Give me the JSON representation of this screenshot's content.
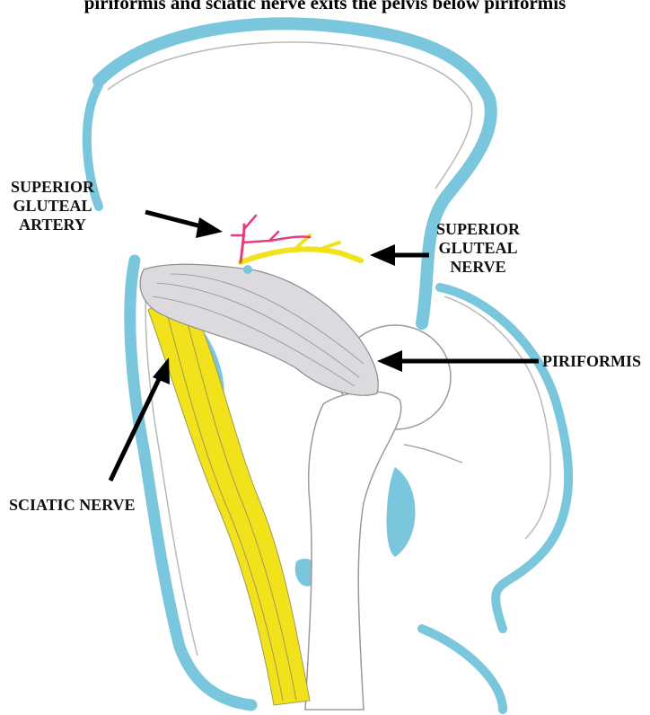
{
  "caption": "piriformis and sciatic nerve exits the pelvis below piriformis",
  "labels": {
    "superior_gluteal_artery": [
      "SUPERIOR",
      "GLUTEAL",
      "ARTERY"
    ],
    "superior_gluteal_nerve": [
      "SUPERIOR",
      "GLUTEAL",
      "NERVE"
    ],
    "piriformis": "PIRIFORMIS",
    "sciatic_nerve": "SCIATIC NERVE"
  },
  "colors": {
    "bone_outline": "#6fc3dc",
    "muscle": "#d9d6da",
    "nerve": "#f1e21c",
    "artery": "#e53d7f",
    "arrow": "#000000"
  }
}
